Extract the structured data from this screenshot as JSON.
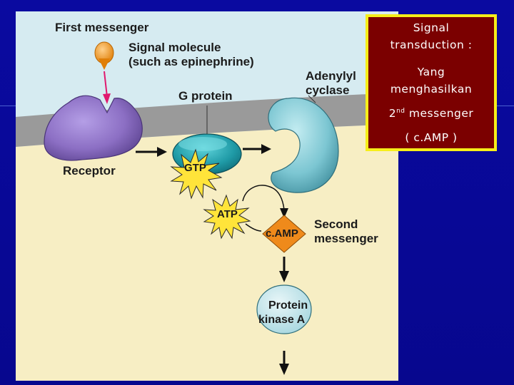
{
  "diagram": {
    "first_messenger": "First messenger",
    "signal_molecule_line1": "Signal molecule",
    "signal_molecule_line2": "(such as epinephrine)",
    "g_protein": "G protein",
    "adenylyl_line1": "Adenylyl",
    "adenylyl_line2": "cyclase",
    "receptor": "Receptor",
    "gtp": "GTP",
    "atp": "ATP",
    "camp": "c.AMP",
    "second_messenger_line1": "Second",
    "second_messenger_line2": "messenger",
    "pka_line1": "Protein",
    "pka_line2": "kinase A"
  },
  "callout": {
    "line1": "Signal",
    "line2": "transduction :",
    "line3": "Yang",
    "line4": "menghasilkan",
    "line5_num": "2",
    "line5_sup": "nd",
    "line5_rest": " messenger",
    "line6": "( c.AMP )"
  },
  "colors": {
    "slide_background": "#07078e",
    "callout_fill": "#7b0000",
    "callout_border": "#f6ee1a",
    "receptor": "#8c6fc4",
    "g_protein": "#1f9aa6",
    "adenylyl_cyclase": "#7cc6d2",
    "signal_molecule": "#f39a1c",
    "burst": "#ffe43a",
    "camp_diamond": "#ef8a1b"
  }
}
